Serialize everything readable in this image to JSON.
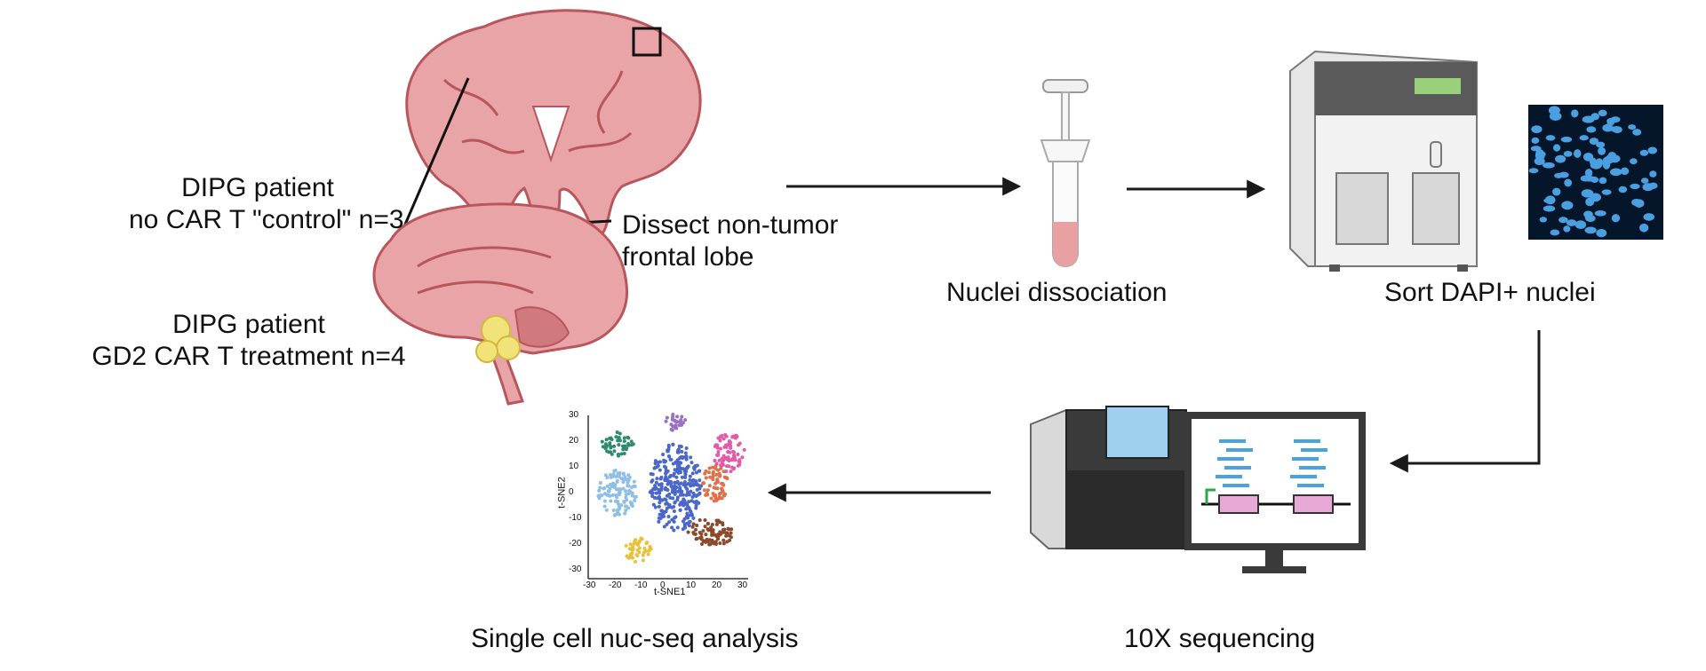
{
  "groups": {
    "control": {
      "line1": "DIPG patient",
      "line2": "no CAR T \"control\" n=3"
    },
    "treated": {
      "line1": "DIPG patient",
      "line2": "GD2 CAR T treatment n=4"
    }
  },
  "dissect": {
    "line1": "Dissect non-tumor",
    "line2": "frontal lobe"
  },
  "steps": {
    "dissociation": "Nuclei dissociation",
    "sort": "Sort DAPI+ nuclei",
    "sequencing": "10X sequencing",
    "analysis": "Single cell nuc-seq analysis"
  },
  "tsne": {
    "xlabel": "t-SNE1",
    "ylabel": "t-SNE2",
    "xticks": [
      "-30",
      "-20",
      "-10",
      "0",
      "10",
      "20",
      "30"
    ],
    "yticks": [
      "30",
      "20",
      "10",
      "0",
      "-10",
      "-20",
      "-30"
    ]
  },
  "colors": {
    "arrow": "#1a1a1a",
    "brain": "#e8a4a7",
    "brain_line": "#b8565c",
    "tumor": "#f2e27a",
    "nuclei": "#4a9fe0",
    "cluster_colors": [
      "#2e8b6e",
      "#9b6fc2",
      "#e25aa8",
      "#8fbfe6",
      "#4a67c9",
      "#e0704a",
      "#8b4a2b",
      "#e8c23a"
    ]
  }
}
